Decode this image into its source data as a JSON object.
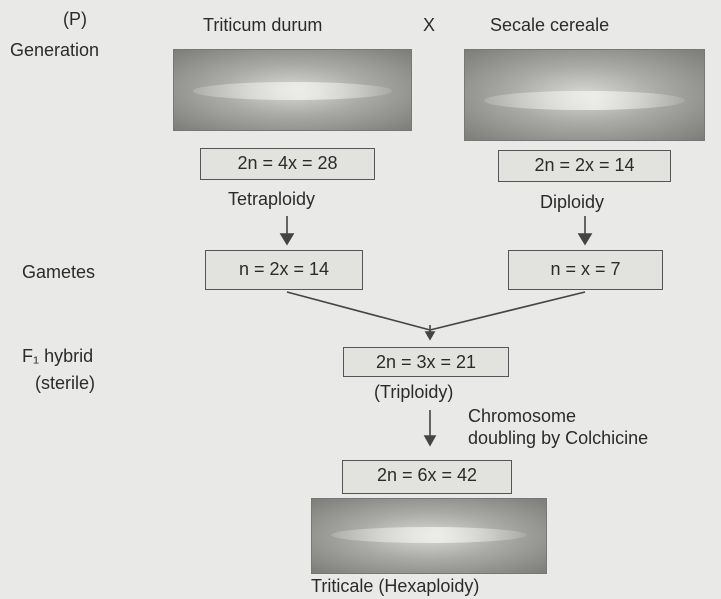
{
  "labels": {
    "p": "(P)",
    "generation": "Generation",
    "gametes": "Gametes",
    "f1_hybrid": "F₁ hybrid",
    "sterile": "(sterile)"
  },
  "parents": {
    "left_name": "Triticum durum",
    "cross": "X",
    "right_name": "Secale cereale",
    "left_formula": "2n = 4x = 28",
    "right_formula": "2n = 2x = 14",
    "left_ploidy": "Tetraploidy",
    "right_ploidy": "Diploidy"
  },
  "gametes": {
    "left": "n = 2x = 14",
    "right": "n = x = 7"
  },
  "hybrid": {
    "formula": "2n = 3x = 21",
    "ploidy": "(Triploidy)",
    "treatment_line1": "Chromosome",
    "treatment_line2": "doubling by Colchicine"
  },
  "final": {
    "formula": "2n = 6x = 42",
    "name": "Triticale (Hexaploidy)"
  }
}
